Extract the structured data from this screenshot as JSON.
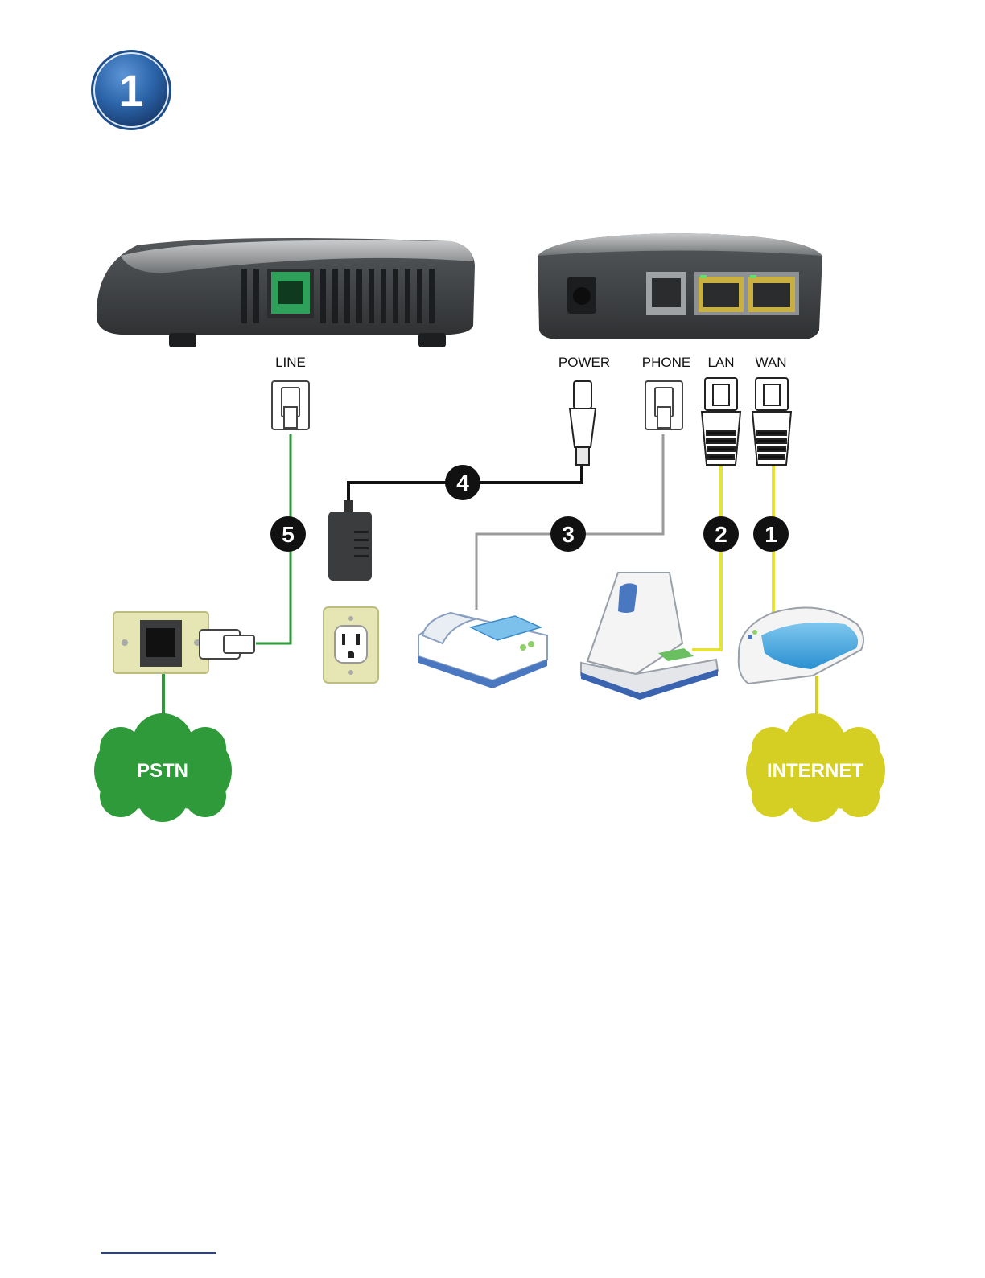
{
  "step_badge": {
    "number": "1"
  },
  "ports": {
    "line": "LINE",
    "power": "POWER",
    "phone": "PHONE",
    "lan": "LAN",
    "wan": "WAN"
  },
  "steps": [
    "1",
    "2",
    "3",
    "4",
    "5"
  ],
  "clouds": {
    "pstn": "PSTN",
    "internet": "INTERNET"
  },
  "colors": {
    "badge_blue": "#2b63a8",
    "pstn_green": "#2e9a3a",
    "internet_yellow": "#d4cf22",
    "phone_cable_gray": "#9a9a9a",
    "power_cable_black": "#111111",
    "lan_cable_yellow": "#e6e23a",
    "device_dark": "#3d4043"
  }
}
